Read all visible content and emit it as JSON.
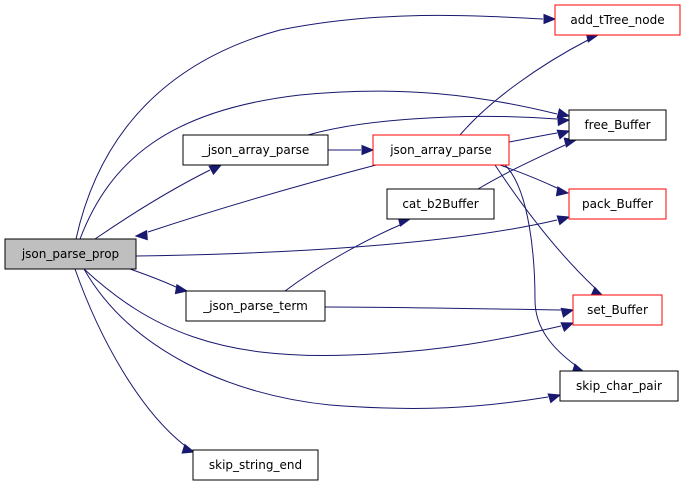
{
  "colors": {
    "edge": "#191970",
    "border_default": "#000000",
    "border_link": "#ff0000",
    "fill_default": "#ffffff",
    "fill_focus": "#bfbfbf"
  },
  "nodes": {
    "json_parse_prop": {
      "label": "json_parse_prop",
      "style": "focus"
    },
    "json_array_parse_private": {
      "label": "_json_array_parse",
      "style": "default"
    },
    "json_parse_term_private": {
      "label": "_json_parse_term",
      "style": "default"
    },
    "skip_string_end": {
      "label": "skip_string_end",
      "style": "default"
    },
    "json_array_parse": {
      "label": "json_array_parse",
      "style": "link"
    },
    "cat_b2Buffer": {
      "label": "cat_b2Buffer",
      "style": "default"
    },
    "add_tTree_node": {
      "label": "add_tTree_node",
      "style": "link"
    },
    "free_Buffer": {
      "label": "free_Buffer",
      "style": "default"
    },
    "pack_Buffer": {
      "label": "pack_Buffer",
      "style": "link"
    },
    "set_Buffer": {
      "label": "set_Buffer",
      "style": "link"
    },
    "skip_char_pair": {
      "label": "skip_char_pair",
      "style": "default"
    }
  },
  "edges": [
    {
      "from": "json_parse_prop",
      "to": "add_tTree_node"
    },
    {
      "from": "json_parse_prop",
      "to": "free_Buffer"
    },
    {
      "from": "json_parse_prop",
      "to": "json_array_parse_private"
    },
    {
      "from": "json_parse_prop",
      "to": "pack_Buffer"
    },
    {
      "from": "json_parse_prop",
      "to": "json_parse_term_private"
    },
    {
      "from": "json_parse_prop",
      "to": "set_Buffer"
    },
    {
      "from": "json_parse_prop",
      "to": "skip_char_pair"
    },
    {
      "from": "json_parse_prop",
      "to": "skip_string_end"
    },
    {
      "from": "json_array_parse_private",
      "to": "free_Buffer"
    },
    {
      "from": "json_array_parse_private",
      "to": "json_array_parse"
    },
    {
      "from": "json_array_parse",
      "to": "json_parse_prop"
    },
    {
      "from": "json_array_parse",
      "to": "add_tTree_node"
    },
    {
      "from": "json_array_parse",
      "to": "free_Buffer"
    },
    {
      "from": "json_array_parse",
      "to": "pack_Buffer"
    },
    {
      "from": "json_array_parse",
      "to": "set_Buffer"
    },
    {
      "from": "json_array_parse",
      "to": "skip_char_pair"
    },
    {
      "from": "cat_b2Buffer",
      "to": "free_Buffer"
    },
    {
      "from": "json_parse_term_private",
      "to": "cat_b2Buffer"
    },
    {
      "from": "json_parse_term_private",
      "to": "set_Buffer"
    }
  ]
}
